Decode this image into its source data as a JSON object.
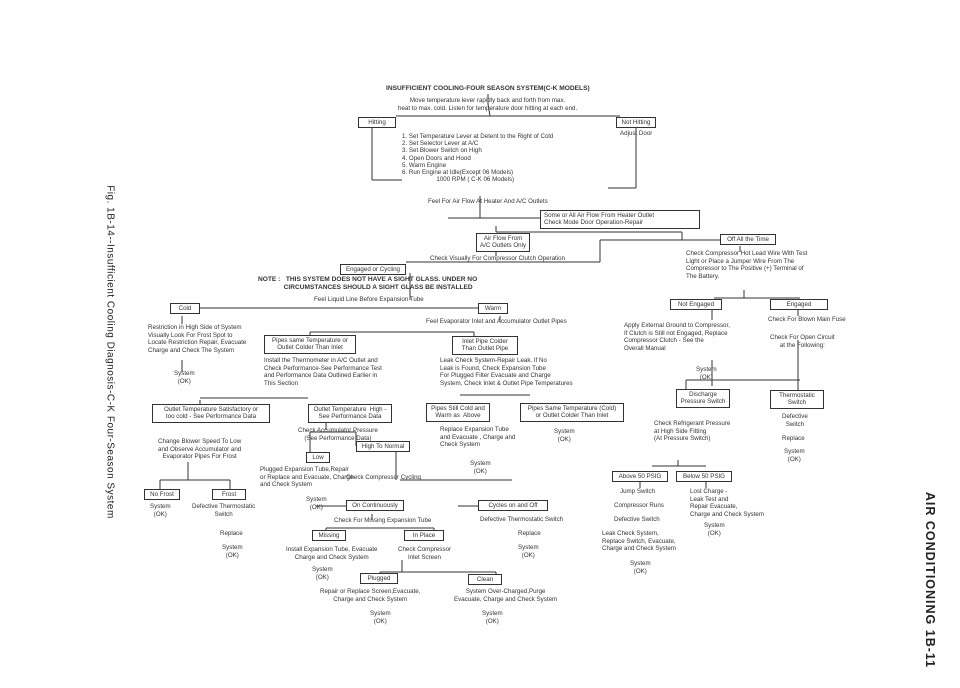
{
  "page": {
    "left_caption": "Fig. 1B-14--Insufficient Cooling Diagnosis-C-K Four-Season System",
    "right_header": "AIR CONDITIONING 1B-11"
  },
  "nodes": {
    "title": "INSUFFICIENT COOLING-FOUR SEASON SYSTEM(C-K MODELS)",
    "move_lever": "Move temperature lever rapidly back and forth from max.\nheat to max. cold. Listen for temperature door hitting at each end.",
    "hitting": "Hitting",
    "not_hitting": "Not Hitting",
    "adjust_door": "Adjust Door",
    "steps": "1. Set Temperature Lever at Detent to the Right of Cold\n2. Set Selector Lever at A/C\n3. Set Blower Switch on High\n4. Open Doors and Hood\n5. Warm Engine\n6. Run Engine at Idle(Except 06 Models)\n                    1000 RPM ( C-K 06 Models)",
    "feel_air": "Feel For Air Flow At Heater And A/C Outlets",
    "some_all_air": "Some or All Air Flow From Heater Outlet\nCheck Mode Door Operation-Repair",
    "air_flow_ac": "Air Flow From\nA/C Outlets Only",
    "check_clutch": "Check Visually For Compressor Clutch Operation",
    "engaged_cycling": "Engaged or Cycling",
    "off_all_time": "Off All the Time",
    "check_hot_lead": "Check Compressor Hot Lead Wire With Test\nLight or Place a Jumper Wire From The\nCompressor to The Positive (+) Terminal of\nThe Battery.",
    "note": "NOTE :   THIS SYSTEM DOES NOT HAVE A SIGHT GLASS. UNDER NO\n              CIRCUMSTANCES SHOULD A SIGHT GLASS BE INSTALLED",
    "feel_liquid": "Feel Liquid Line Before Expansion Tube",
    "cold": "Cold",
    "warm": "Warm",
    "restriction": "Restriction in High Side of System\nVisually Look For Frost Spot to\nLocate Restriction Repair, Evacuate\nCharge and Check The System",
    "system_ok_1": "System\n(OK)",
    "feel_evap": "Feel Evaporator Inlet and Accumulator Outlet Pipes",
    "pipes_same": "Pipes same Temperature or\nOutlet Colder Than Inlet",
    "install_thermo": "Install the Thermometer in A/C Outlet and\nCheck Performance-See Performance Test\nand Performance Data Outlined Earlier in\nThis Section",
    "inlet_colder": "Inlet Pipe Colder\nThan Outlet Pipe",
    "leak_check": "Leak Check System-Repair Leak. If No\nLeak is Found, Check Expansion Tube\nFor Plugged Filter Evacuate and Charge\nSystem, Check Inlet & Outlet Pipe Temperatures",
    "not_engaged": "Not Engaged",
    "engaged": "Engaged",
    "apply_ground": "Apply External Ground to Compressor,\nIf Clutch is Still not Engaged, Replace\nCompressor Clutch - See the\nOverall Manual",
    "check_blown_fuse": "Check For Blown Main Fuse",
    "check_open_circuit": "Check For Open Circuit\nat the Following:",
    "system_ok_2": "System\n(OK)",
    "outlet_satisfactory": "Outlet Temperature Satisfactory or\ntoo cold - See Performance Data",
    "outlet_high": "Outlet Temperature  High -\nSee Performance Data",
    "check_accum": "Check Accumulator Pressure\n(See Performance Data)",
    "pipes_still_cold": "Pipes Still Cold and\nWarm as  Above",
    "pipes_same_temp_cold": "Pipes Same Temperature (Cold)\nor Outlet Colder Than Inlet",
    "replace_exp_tube": "Replace Expansion Tube\nand Evacuate , Charge and\nCheck System",
    "system_ok_3": "System\n(OK)",
    "system_ok_4": "System\n(OK)",
    "discharge_switch": "Discharge\nPressure Switch",
    "thermostatic_switch": "Thermostatic\nSwitch",
    "check_refrig": "Check Refrigerant Pressure\nat High Side Fitting\n(At Pressure Switch)",
    "defective_switch_r": "Defective\nSwitch",
    "replace_r": "Replace",
    "system_ok_r": "System\n(OK)",
    "change_blower": "Change Blower Speed To Low\nand Observe Accumulator and\nEvaporator Pipes For Frost",
    "high_to_normal": "High To Normal",
    "low": "Low",
    "plugged_exp": "Plugged Expansion Tube,Repair\nor Replace and Evacuate, Charge\nand Check System",
    "system_ok_5": "System\n(OK)",
    "check_cycling": "Check Compressor Cycling",
    "no_frost": "No Frost",
    "frost": "Frost",
    "system_ok_6": "System\n(OK)",
    "defective_thermo": "Defective Thermostatic\nSwitch",
    "replace_1": "Replace",
    "system_ok_7": "System\n(OK)",
    "on_continuously": "On Continuously",
    "cycles_on_off": "Cycles on and Off",
    "check_missing": "Check For Missing Expansion Tube",
    "defective_thermo_2": "Defective Thermostatic Switch",
    "replace_2": "Replace",
    "system_ok_8": "System\n(OK)",
    "missing": "Missing",
    "in_place": "In Place",
    "install_exp": "Install Expansion Tube, Evacuate\nCharge and Check System",
    "system_ok_9": "System\n(OK)",
    "check_screen": "Check Compressor\nInlet Screen",
    "plugged": "Plugged",
    "clean": "Clean",
    "repair_screen": "Repair or Replace Screen,Evacuate,\nCharge and Check System",
    "system_ok_10": "System\n(OK)",
    "system_overcharged": "System Over-Charged,Purge\nEvacuate, Charge and Check System",
    "system_ok_11": "System\n(OK)",
    "above_50": "Above 50 PSIG",
    "below_50": "Below 50 PSIG",
    "jump_switch": "Jump Switch",
    "compressor_runs": "Compressor Runs",
    "defective_switch_b": "Defective Switch",
    "leak_check_system": "Leak Check System,\nReplace Switch, Evacuate,\nCharge and Check System",
    "system_ok_12": "System\n(OK)",
    "lost_charge": "Lost Charge -\nLeak Test and\nRepair Evacuate,\nCharge and Check System",
    "system_ok_13": "System\n(OK)"
  }
}
